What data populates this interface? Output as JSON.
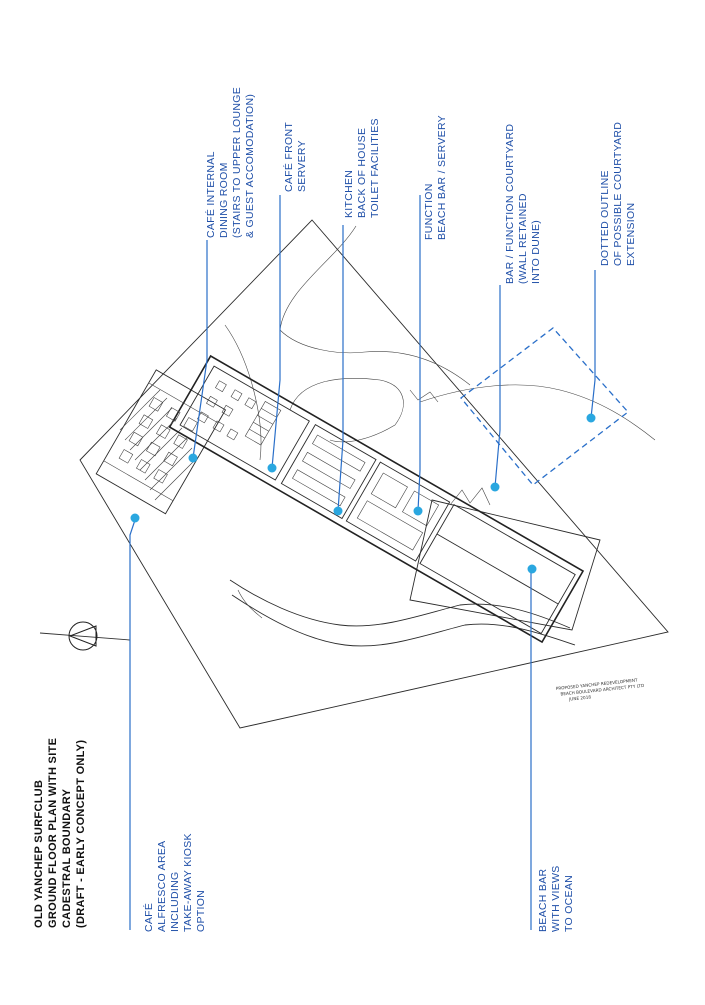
{
  "title_block": {
    "lines": [
      "OLD YANCHEP SURFCLUB",
      "GROUND FLOOR PLAN WITH SITE",
      "CADESTRAL BOUNDARY",
      "(DRAFT - EARLY CONCEPT ONLY)"
    ]
  },
  "labels": [
    {
      "id": "cafe-alfresco",
      "lines": [
        "CAFÉ",
        "ALFRESCO AREA",
        "INCLUDING",
        "TAKE-AWAY KIOSK",
        "OPTION"
      ]
    },
    {
      "id": "beach-bar",
      "lines": [
        "BEACH BAR",
        "WITH VIEWS",
        "TO OCEAN"
      ]
    },
    {
      "id": "cafe-internal",
      "lines": [
        "CAFÉ INTERNAL",
        "DINING ROOM",
        "(STAIRS TO UPPER LOUNGE",
        "& GUEST ACCOMODATION)"
      ]
    },
    {
      "id": "cafe-front",
      "lines": [
        "CAFÉ FRONT",
        "SERVERY"
      ]
    },
    {
      "id": "kitchen",
      "lines": [
        "KITCHEN",
        "BACK OF HOUSE",
        "TOILET FACILITIES"
      ]
    },
    {
      "id": "function",
      "lines": [
        "FUNCTION",
        "BEACH BAR / SERVERY"
      ]
    },
    {
      "id": "courtyard",
      "lines": [
        "BAR / FUNCTION COURTYARD",
        "(WALL RETAINED",
        "INTO DUNE)"
      ]
    },
    {
      "id": "dotted-outline",
      "lines": [
        "DOTTED OUTLINE",
        "OF POSSIBLE COURTYARD",
        "EXTENSION"
      ]
    }
  ],
  "handwritten_note": {
    "lines": [
      "PROPOSED YANCHEP REDEVELOPMENT",
      "BEACH BOULEVARD ARCHITECT PTY LTD",
      "JUNE 2018"
    ]
  },
  "colors": {
    "leader": "#2a6fc9",
    "marker": "#2aa7e0",
    "label_text": "#1f4fa8",
    "linework": "#2b2b2b"
  },
  "icons": {
    "north_arrow": "north-arrow-icon"
  }
}
